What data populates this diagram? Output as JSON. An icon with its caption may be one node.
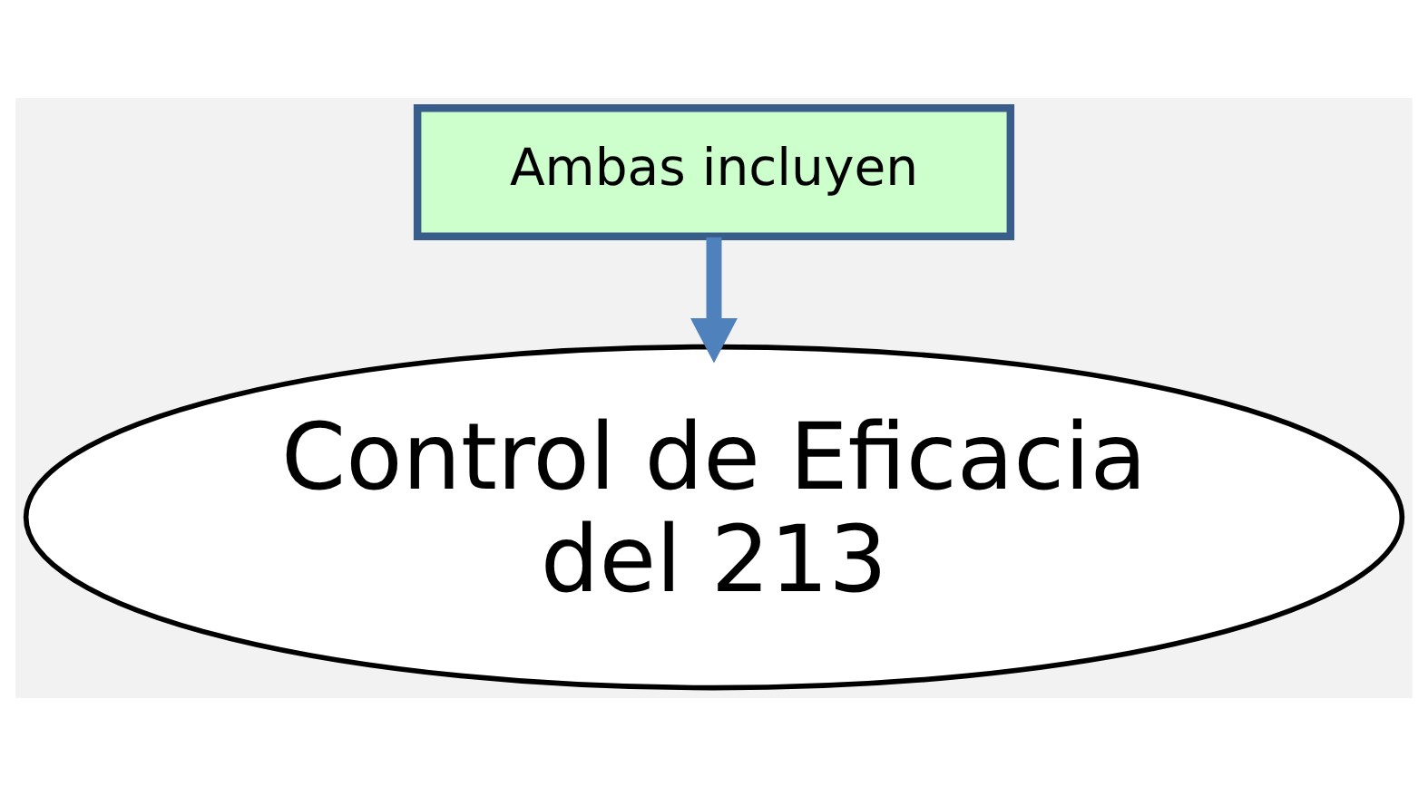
{
  "diagram": {
    "nodes": [
      {
        "text": [
          "Ambas incluyen"
        ]
      },
      {
        "text": [
          "Control de Eficacia del 213"
        ]
      }
    ],
    "edges": [
      {
        "from": 0,
        "to": 1,
        "arrow": "to"
      }
    ]
  }
}
